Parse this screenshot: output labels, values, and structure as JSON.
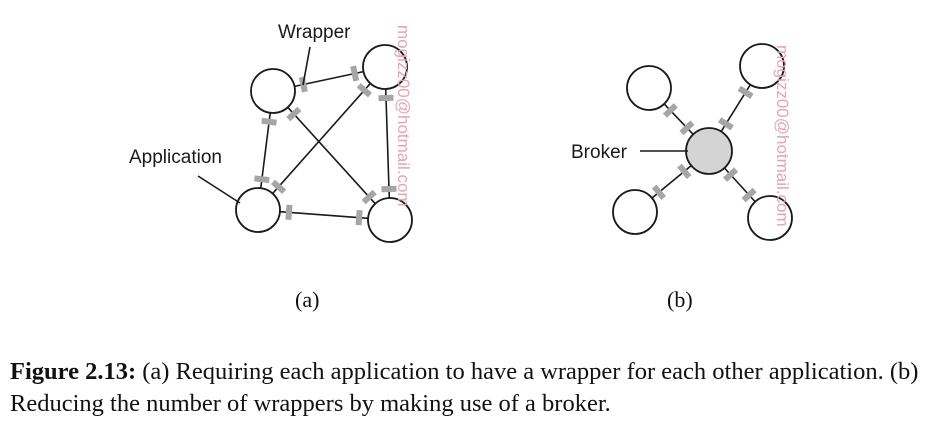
{
  "diagram_a": {
    "label_wrapper": "Wrapper",
    "label_application": "Application",
    "sublabel": "(a)"
  },
  "diagram_b": {
    "label_broker": "Broker",
    "sublabel": "(b)"
  },
  "watermark": "mogizz00@hotmail.com",
  "caption": {
    "label": "Figure 2.13:",
    "text": " (a) Requiring each application to have a wrapper for each other application. (b) Reducing the number of wrappers by making use of a broker."
  },
  "colors": {
    "stroke": "#1a1a1a",
    "wrapper": "#a6a6a6",
    "broker_fill": "#d4d4d4",
    "watermark": "#e8a3b0"
  }
}
